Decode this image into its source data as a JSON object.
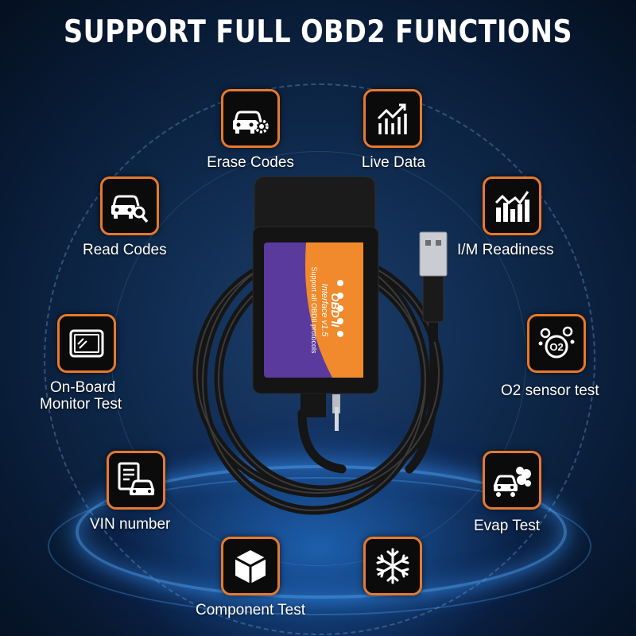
{
  "headline": "SUPPORT FULL OBD2 FUNCTIONS",
  "colors": {
    "accent": "#e8792a",
    "background": "#0f2a4d",
    "glow": "#2e8cff"
  },
  "features": {
    "erase_codes": {
      "label": "Erase Codes",
      "icon": "car-gear-icon"
    },
    "live_data": {
      "label": "Live Data",
      "icon": "bar-chart-up-icon"
    },
    "read_codes": {
      "label": "Read Codes",
      "icon": "car-magnifier-icon"
    },
    "im_readiness": {
      "label": "I/M Readiness",
      "icon": "readiness-chart-icon"
    },
    "onboard_monitor": {
      "label_line1": "On-Board",
      "label_line2": "Monitor Test",
      "icon": "monitor-icon"
    },
    "o2_sensor": {
      "label": "O2 sensor test",
      "icon": "o2-bubbles-icon"
    },
    "vin_number": {
      "label": "VIN number",
      "icon": "document-car-icon"
    },
    "evap_test": {
      "label": "Evap Test",
      "icon": "car-exhaust-icon"
    },
    "component_test": {
      "label": "Component Test",
      "icon": "cube-icon"
    },
    "climate": {
      "icon": "snowflake-icon"
    }
  },
  "device": {
    "brand_label": "OBD II",
    "model_label": "Interface v1.5",
    "protocol_label": "Support all OBDII protocols"
  }
}
